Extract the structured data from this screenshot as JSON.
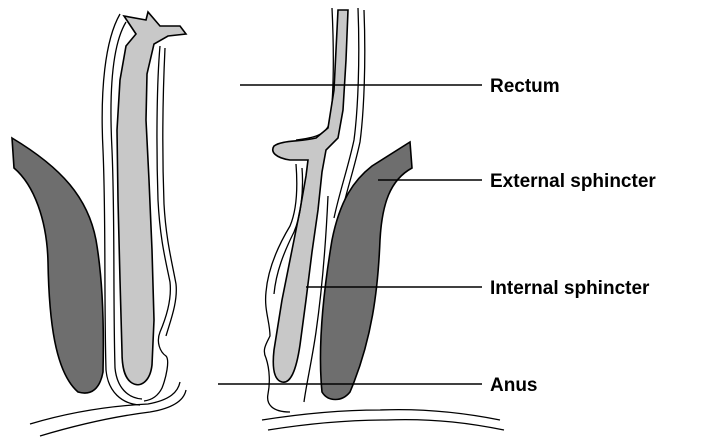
{
  "colors": {
    "external_sphincter": "#6e6e6e",
    "internal_sphincter": "#c8c8c8",
    "outline": "#000000",
    "background": "#ffffff"
  },
  "labels": {
    "rectum": "Rectum",
    "external_sphincter": "External sphincter",
    "internal_sphincter": "Internal sphincter",
    "anus": "Anus"
  }
}
